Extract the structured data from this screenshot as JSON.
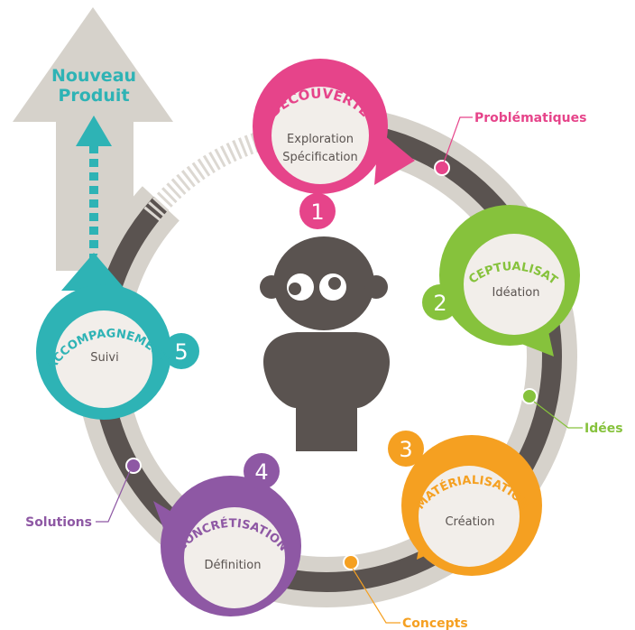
{
  "output": {
    "line1": "Nouveau",
    "line2": "Produit"
  },
  "stages": [
    {
      "title": "DÉCOUVERTE",
      "lines": [
        "Exploration",
        "Spécification"
      ],
      "number": "1",
      "color": "#e6448a"
    },
    {
      "title": "CONCEPTUALISATION",
      "lines": [
        "Idéation"
      ],
      "number": "2",
      "color": "#86c23c"
    },
    {
      "title": "MATÉRIALISATION",
      "lines": [
        "Création"
      ],
      "number": "3",
      "color": "#f5a021"
    },
    {
      "title": "CONCRÉTISATION",
      "lines": [
        "Définition"
      ],
      "number": "4",
      "color": "#8e58a4"
    },
    {
      "title": "ACCOMPAGNEMENT",
      "lines": [
        "Suivi"
      ],
      "number": "5",
      "color": "#2eb3b5"
    }
  ],
  "callouts": [
    {
      "label": "Problématiques",
      "color": "#e6448a"
    },
    {
      "label": "Idées",
      "color": "#86c23c"
    },
    {
      "label": "Concepts",
      "color": "#f5a021"
    },
    {
      "label": "Solutions",
      "color": "#8e58a4"
    }
  ],
  "colors": {
    "ring_outer": "#d6d2cb",
    "ring_inner": "#5a5350",
    "arrow": "#d6d2cb",
    "person": "#5a5350",
    "bubble_fill": "#f2eeea"
  }
}
